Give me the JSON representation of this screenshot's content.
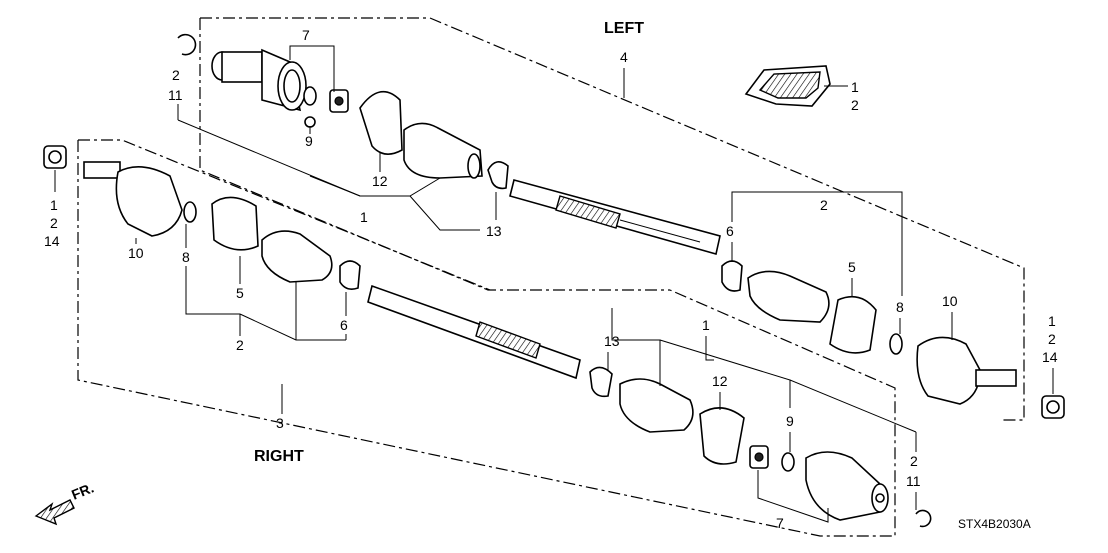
{
  "headings": {
    "left": "LEFT",
    "right": "RIGHT"
  },
  "front_label": "FR.",
  "diagram_code": "STX4B2030A",
  "callouts": {
    "c1": "1",
    "c2": "2",
    "c3": "3",
    "c4": "4",
    "c5a": "5",
    "c5b": "5",
    "c6a": "6",
    "c6b": "6",
    "c7a": "7",
    "c7b": "7",
    "c8a": "8",
    "c8b": "8",
    "c9a": "9",
    "c9b": "9",
    "c10a": "10",
    "c10b": "10",
    "c12a": "12",
    "c12b": "12",
    "c13a": "13",
    "c13b": "13",
    "c1a": "1",
    "c1b": "1",
    "c2a": "2",
    "c2b": "2",
    "c2c": "2",
    "s_tl_1": "2",
    "s_tl_2": "11",
    "s_l_1": "1",
    "s_l_2": "2",
    "s_l_3": "14",
    "s_r_1": "1",
    "s_r_2": "2",
    "s_r_3": "14",
    "s_br_1": "2",
    "s_br_2": "11"
  }
}
